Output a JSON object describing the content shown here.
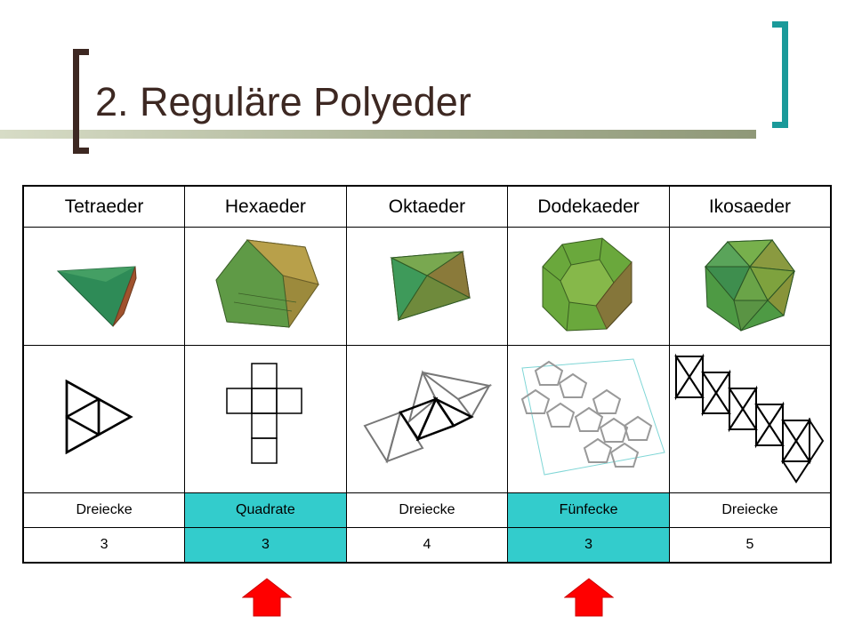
{
  "slide": {
    "title": "2. Reguläre Polyeder"
  },
  "table": {
    "columns": [
      {
        "name": "Tetraeder",
        "face": "Dreiecke",
        "count": "3",
        "highlight": false
      },
      {
        "name": "Hexaeder",
        "face": "Quadrate",
        "count": "3",
        "highlight": true
      },
      {
        "name": "Oktaeder",
        "face": "Dreiecke",
        "count": "4",
        "highlight": false
      },
      {
        "name": "Dodekaeder",
        "face": "Fünfecke",
        "count": "3",
        "highlight": true
      },
      {
        "name": "Ikosaeder",
        "face": "Dreiecke",
        "count": "5",
        "highlight": false
      }
    ]
  },
  "colors": {
    "highlight": "#33cccc",
    "arrow": "#ff0000",
    "title": "#3d2822",
    "accent_bracket": "#1a9a9a"
  },
  "icons": {
    "arrows": [
      "up-arrow-icon",
      "up-arrow-icon"
    ]
  }
}
